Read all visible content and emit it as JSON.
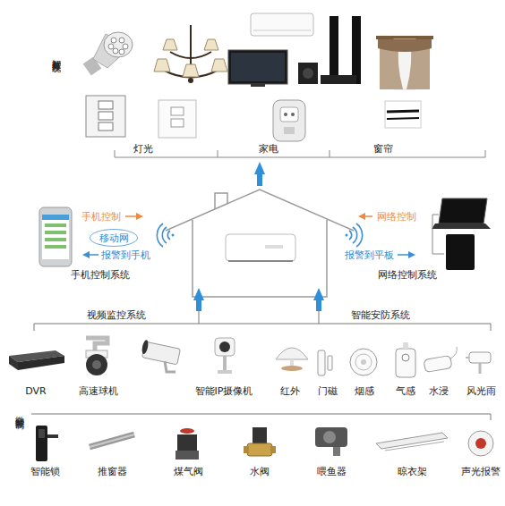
{
  "diagram": {
    "nodes": [
      {
        "text": [
          "移动网"
        ]
      }
    ],
    "labels": [
      "智能灯控系统",
      "灯光",
      "家电",
      "窗帘",
      "手机控制",
      "网络控制",
      "报警到手机",
      "报警到平板",
      "手机控制系统",
      "网络控制系统",
      "视频监控系统",
      "智能安防系统",
      "DVR",
      "高速球机",
      "智能IP摄像机",
      "红外",
      "门磁",
      "烟感",
      "气感",
      "水浸",
      "风光雨",
      "微智能控制",
      "智能锁",
      "推窗器",
      "煤气阀",
      "水阀",
      "喂鱼器",
      "晾衣架",
      "声光报警"
    ]
  }
}
